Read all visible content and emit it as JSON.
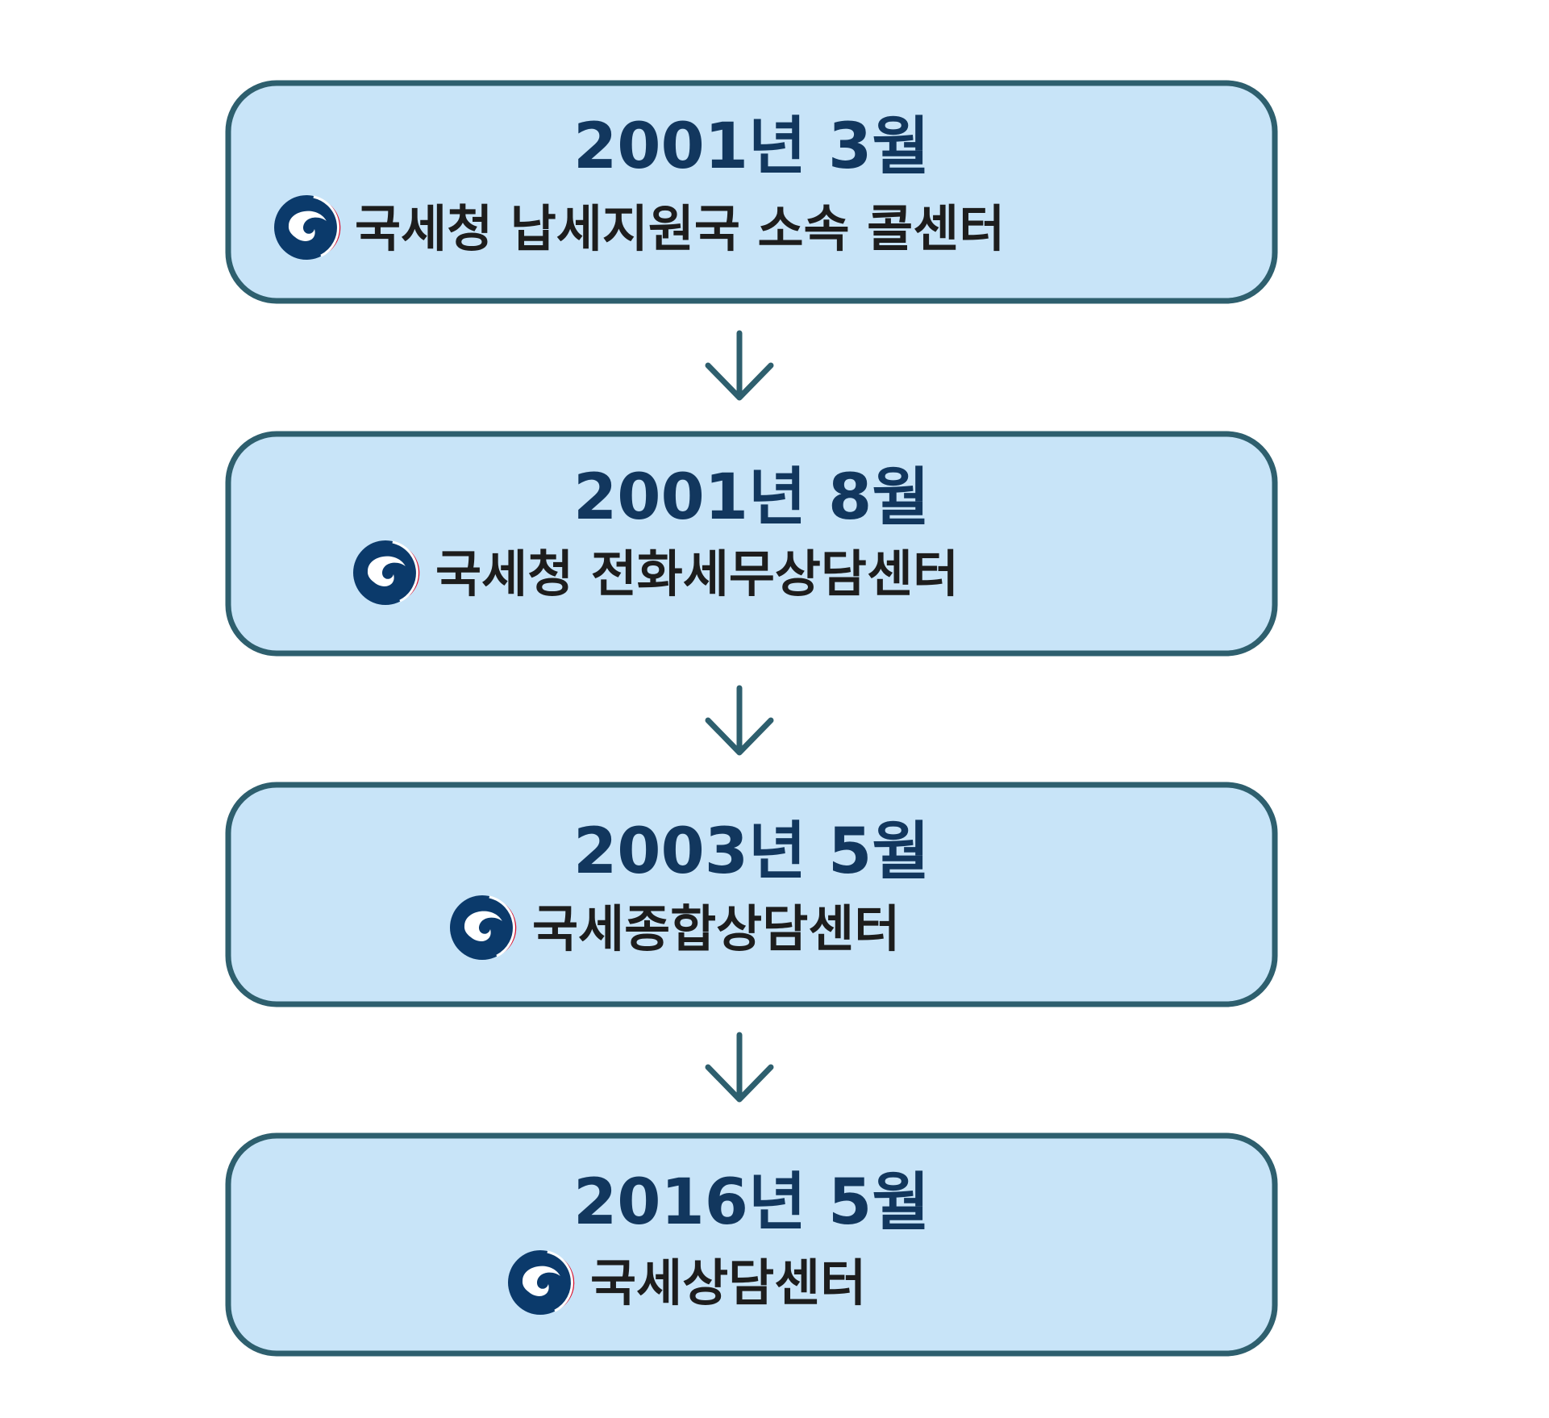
{
  "colors": {
    "box_fill": "#c8e4f8",
    "box_stroke": "#2e5f6e",
    "date_text": "#12375e",
    "name_text": "#1d1d1d",
    "emblem_blue": "#0b3a6b",
    "emblem_red": "#d8102c"
  },
  "emblem_icon": "korea-government-emblem",
  "steps": [
    {
      "date": "2001년 3월",
      "name": "국세청 납세지원국 소속 콜센터"
    },
    {
      "date": "2001년 8월",
      "name": "국세청 전화세무상담센터"
    },
    {
      "date": "2003년 5월",
      "name": "국세종합상담센터"
    },
    {
      "date": "2016년 5월",
      "name": "국세상담센터"
    }
  ]
}
